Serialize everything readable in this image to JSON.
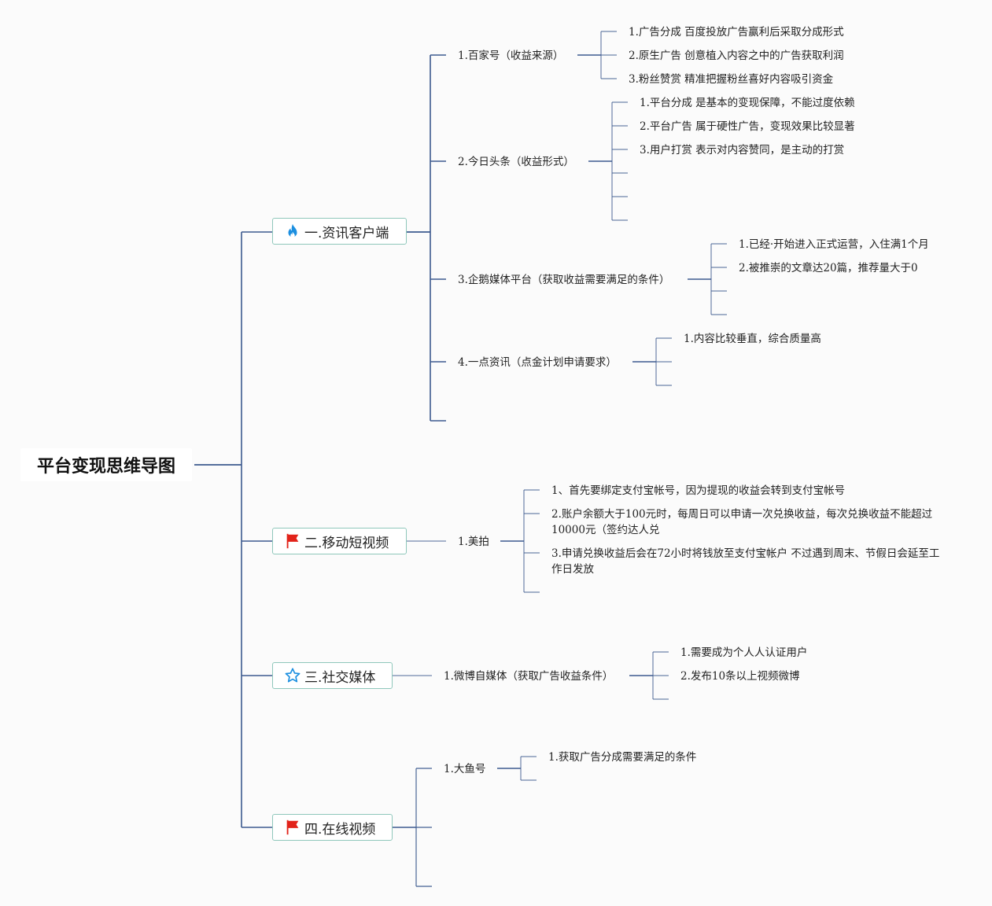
{
  "root": {
    "title": "平台变现思维导图"
  },
  "branches": [
    {
      "icon": "flame-icon",
      "label": "一.资讯客户端",
      "children": [
        {
          "label": "1.百家号（收益来源）",
          "items": [
            "1.广告分成 百度投放广告赢利后采取分成形式",
            "2.原生广告 创意植入内容之中的广告获取利润",
            "3.粉丝赞赏 精准把握粉丝喜好内容吸引资金"
          ]
        },
        {
          "label": "2.今日头条（收益形式）",
          "items": [
            "1.平台分成 是基本的变现保障，不能过度依赖",
            "2.平台广告 属于硬性广告，变现效果比较显著",
            "3.用户打赏 表示对内容赞同，是主动的打赏"
          ]
        },
        {
          "label": "3.企鹅媒体平台（获取收益需要满足的条件）",
          "items": [
            "1.已经·开始进入正式运营，入住满1个月",
            "2.被推崇的文章达20篇，推荐量大于0"
          ]
        },
        {
          "label": "4.一点资讯（点金计划申请要求）",
          "items": [
            "1.内容比较垂直，综合质量高"
          ]
        }
      ]
    },
    {
      "icon": "red-flag-icon",
      "label": "二.移动短视频",
      "children": [
        {
          "label": "1.美拍",
          "items": [
            "1、首先要绑定支付宝帐号，因为提现的收益会转到支付宝帐号",
            "2.账户余额大于100元时，每周日可以申请一次兑换收益，每次兑换收益不能超过10000元（签约达人兑",
            "3.申请兑换收益后会在72小时将钱放至支付宝帐户 不过遇到周末、节假日会延至工作日发放"
          ]
        }
      ]
    },
    {
      "icon": "star-icon",
      "label": "三.社交媒体",
      "children": [
        {
          "label": "1.微博自媒体（获取广告收益条件）",
          "items": [
            "1.需要成为个人人认证用户",
            "2.发布10条以上视频微博"
          ]
        }
      ]
    },
    {
      "icon": "red-flag-icon",
      "label": "四.在线视频",
      "children": [
        {
          "label": "1.大鱼号",
          "items": [
            "1.获取广告分成需要满足的条件"
          ]
        }
      ]
    }
  ],
  "colors": {
    "line": "#3d5b8f",
    "branch_border": "#8fc7bb",
    "flame": "#1c8fe0",
    "flag": "#e2231a",
    "star": "#1c8fe0"
  }
}
